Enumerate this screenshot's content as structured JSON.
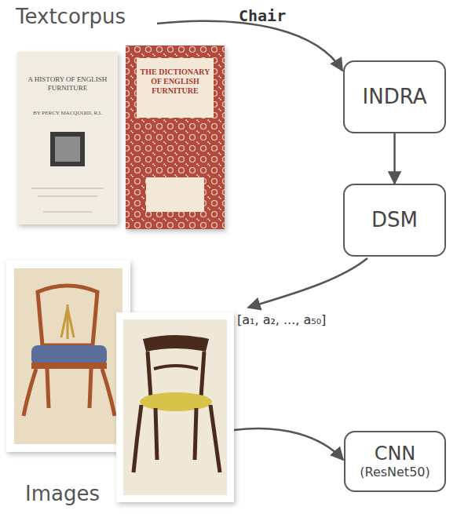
{
  "diagram": {
    "nodes": [
      {
        "text": [
          "INDRA"
        ]
      },
      {
        "text": [
          "DSM"
        ]
      },
      {
        "text": [
          "CNN",
          "(ResNet50)"
        ]
      }
    ],
    "edges": [
      {
        "from": 0,
        "to": 1,
        "arrow": "to"
      }
    ],
    "labels": [
      "Textcorpus",
      "Chair",
      "A HISTORY OF ENGLISH FURNITURE",
      "BY PERCY MACQUOID, R.I.",
      "THE DICTIONARY OF ENGLISH FURNITURE",
      "[a₁, a₂, ..., a₅₀]",
      "Images"
    ]
  }
}
